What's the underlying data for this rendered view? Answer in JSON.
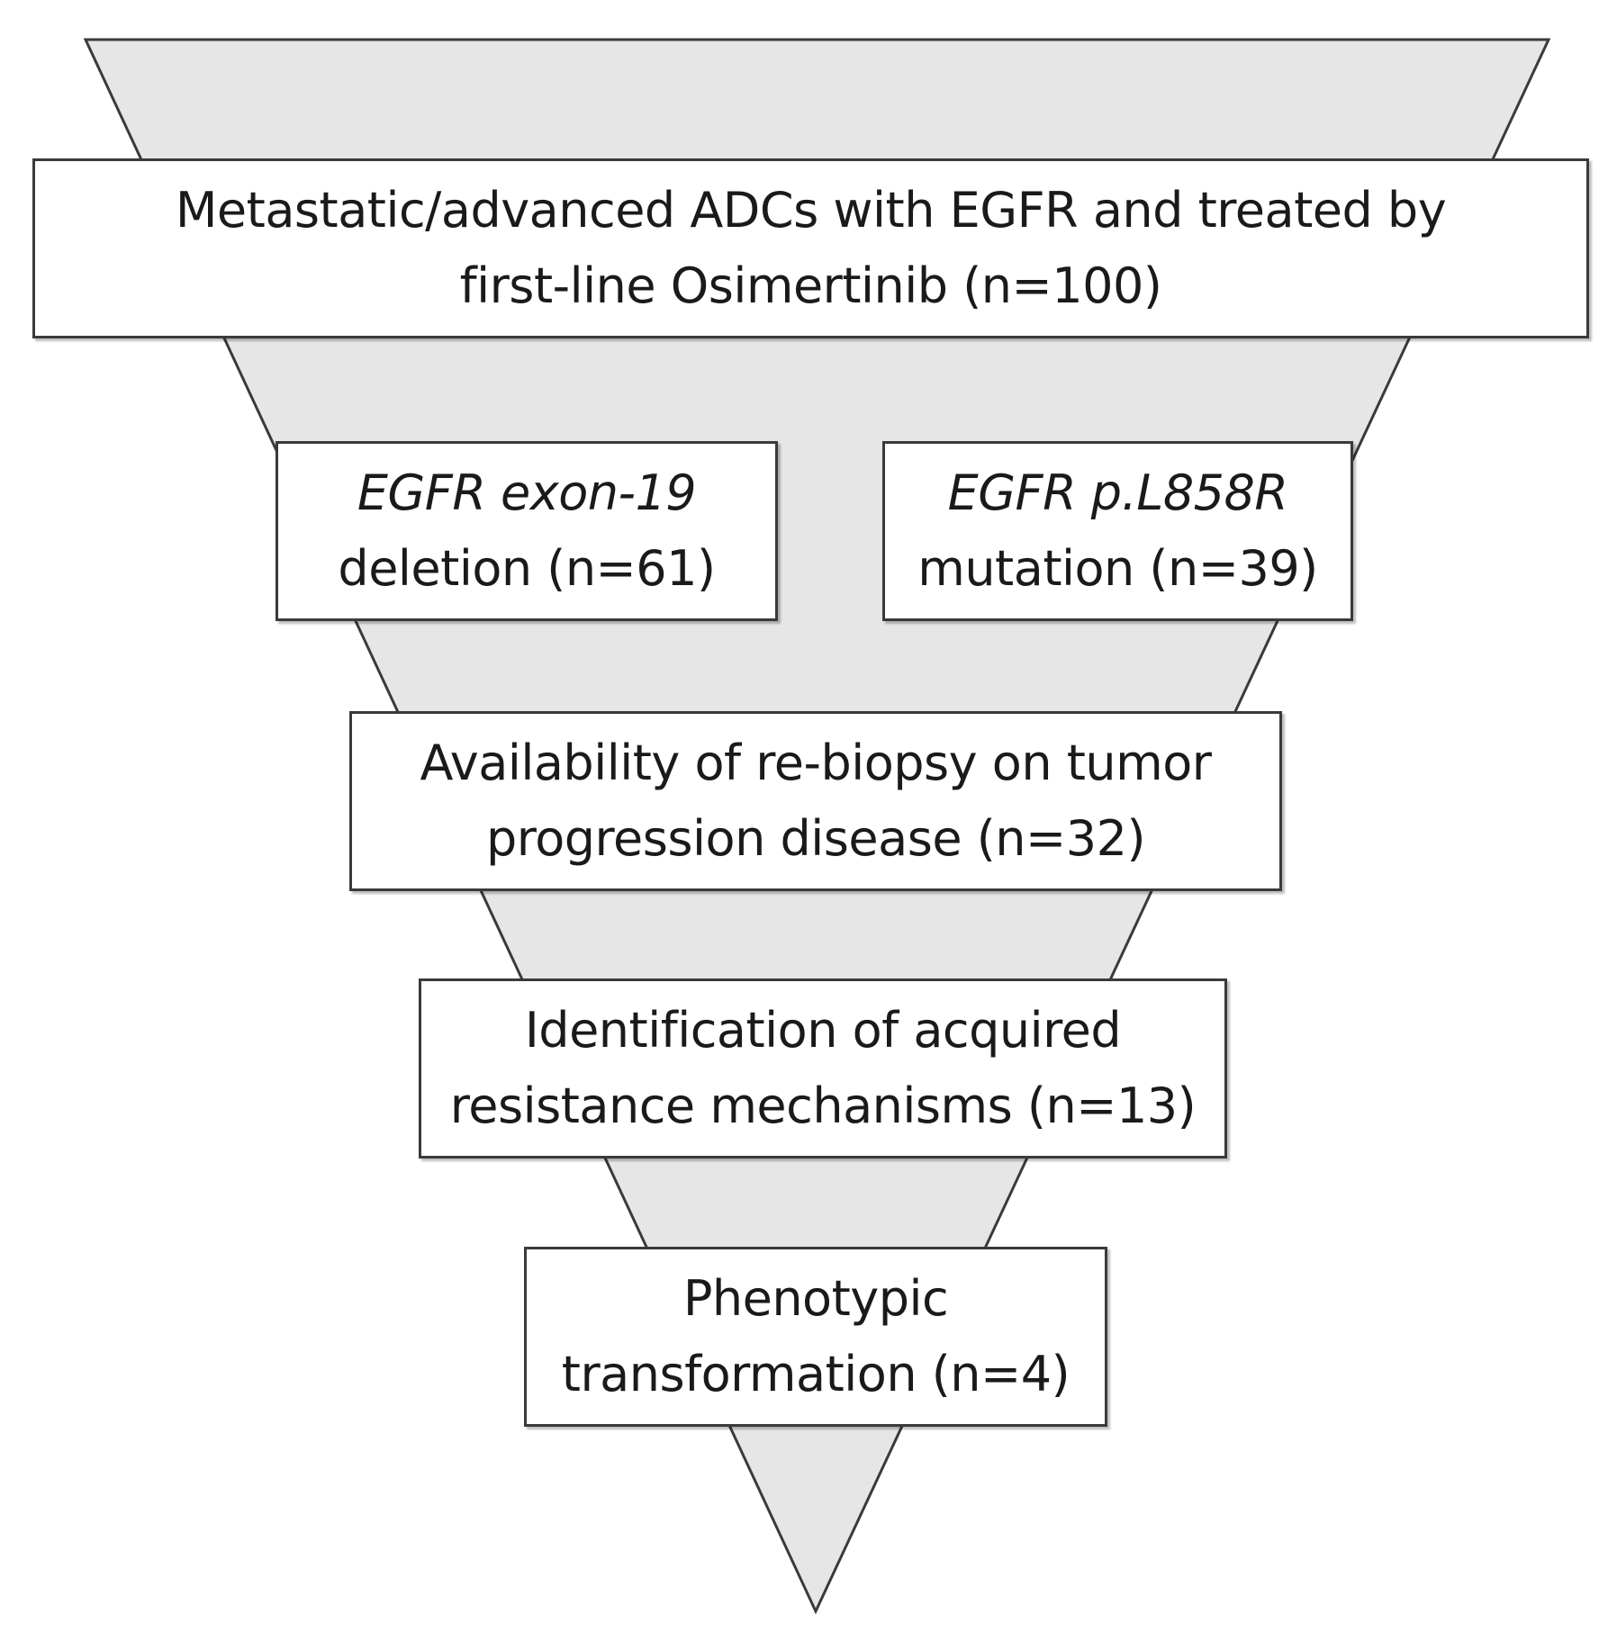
{
  "colors": {
    "funnel_fill": "#e6e6e6",
    "funnel_stroke": "#3a3a3a",
    "box_fill": "#ffffff",
    "box_stroke": "#3a3a3a",
    "text": "#1a1a1a"
  },
  "boxes": {
    "cohort": {
      "line1": "Metastatic/advanced ADCs with EGFR and treated by",
      "line2": "first-line Osimertinib (n=100)"
    },
    "exon19": {
      "line1": "EGFR exon-19",
      "line2": "deletion (n=61)"
    },
    "l858r": {
      "line1": "EGFR p.L858R",
      "line2": "mutation (n=39)"
    },
    "rebiopsy": {
      "line1": "Availability of re-biopsy on tumor",
      "line2": "progression disease (n=32)"
    },
    "resistance": {
      "line1": "Identification of acquired",
      "line2": "resistance mechanisms (n=13)"
    },
    "phenotypic": {
      "line1": "Phenotypic",
      "line2": "transformation (n=4)"
    }
  }
}
